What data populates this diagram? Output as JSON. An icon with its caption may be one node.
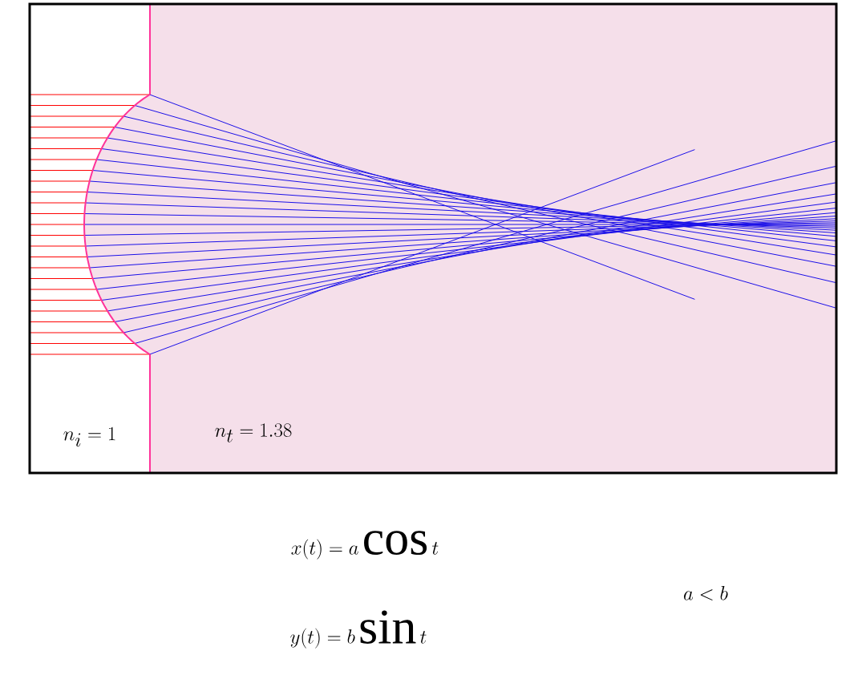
{
  "diagram": {
    "labels": [
      "n_i = 1",
      "n_t = 1.38",
      "x(t) = a\\cos t",
      "y(t) = b\\sin t",
      "a < b"
    ]
  }
}
